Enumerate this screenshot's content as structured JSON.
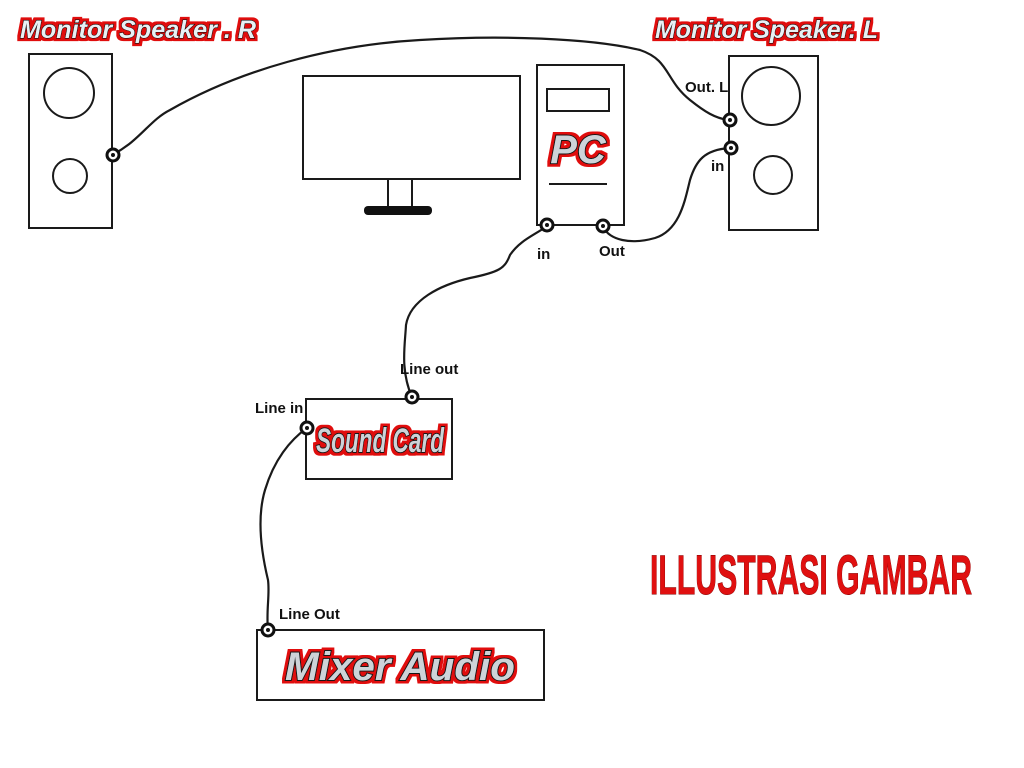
{
  "diagram": {
    "title": "ILLUSTRASI GAMBAR",
    "nodes": {
      "speaker_right": {
        "label": "Monitor Speaker . R"
      },
      "speaker_left": {
        "label": "Monitor Speaker. L"
      },
      "pc": {
        "label": "PC"
      },
      "sound_card": {
        "label": "Sound Card"
      },
      "mixer": {
        "label": "Mixer Audio"
      }
    },
    "ports": {
      "speaker_left_out": "Out. L",
      "speaker_left_in": "in",
      "pc_in": "in",
      "pc_out": "Out",
      "sound_card_line_out": "Line out",
      "sound_card_line_in": "Line in",
      "mixer_line_out": "Line Out"
    },
    "edges": [
      {
        "from": "speaker_right",
        "to": "speaker_left",
        "to_port": "Out. L"
      },
      {
        "from": "pc",
        "from_port": "Out",
        "to": "speaker_left",
        "to_port": "in"
      },
      {
        "from": "sound_card",
        "from_port": "Line out",
        "to": "pc",
        "to_port": "in"
      },
      {
        "from": "mixer",
        "from_port": "Line Out",
        "to": "sound_card",
        "to_port": "Line in"
      }
    ]
  }
}
